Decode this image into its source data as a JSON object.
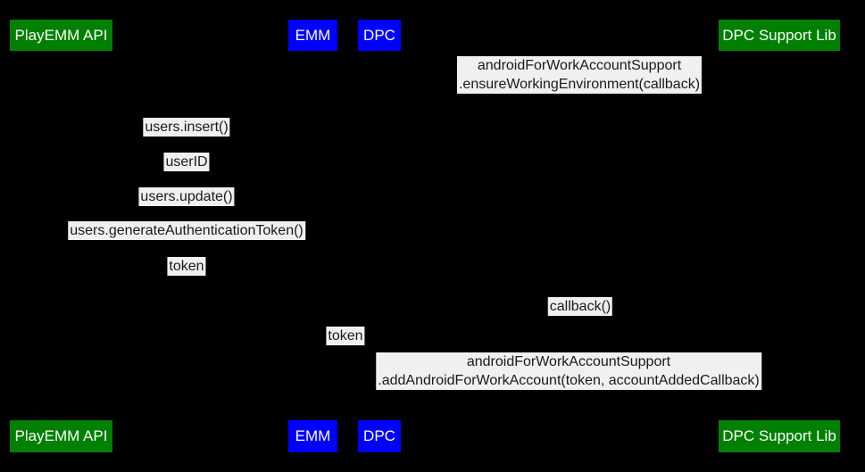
{
  "diagram": {
    "kind": "sequence-diagram",
    "background_color": "#000000",
    "colors": {
      "actor_green": "#008000",
      "actor_blue": "#0000ff",
      "actor_text": "#ffffff",
      "message_label_bg": "#f0f0f0",
      "message_text": "#1a1a1a"
    }
  },
  "actors": [
    {
      "label": "PlayEMM API",
      "color": "green"
    },
    {
      "label": "EMM",
      "color": "blue"
    },
    {
      "label": "DPC",
      "color": "blue"
    },
    {
      "label": "DPC Support Lib",
      "color": "green"
    }
  ],
  "messages": [
    {
      "lines": [
        "androidForWorkAccountSupport",
        ".ensureWorkingEnvironment(callback)"
      ]
    },
    {
      "lines": [
        "users.insert()"
      ]
    },
    {
      "lines": [
        "userID"
      ]
    },
    {
      "lines": [
        "users.update()"
      ]
    },
    {
      "lines": [
        "users.generateAuthenticationToken()"
      ]
    },
    {
      "lines": [
        "token"
      ]
    },
    {
      "lines": [
        "callback()"
      ]
    },
    {
      "lines": [
        "token"
      ]
    },
    {
      "lines": [
        "androidForWorkAccountSupport",
        ".addAndroidForWorkAccount(token, accountAddedCallback)"
      ]
    }
  ]
}
